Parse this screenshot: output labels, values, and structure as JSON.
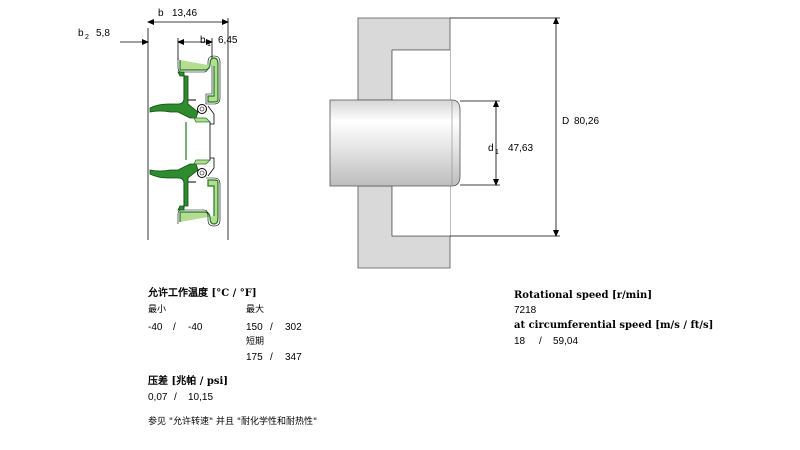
{
  "dimensions": {
    "b_label": "b",
    "b_value": "13,46",
    "b1_label": "b",
    "b1_sub": "1",
    "b1_value": "6,45",
    "b2_label": "b",
    "b2_sub": "2",
    "b2_value": "5,8",
    "d1_label": "d",
    "d1_sub": "1",
    "d1_value": "47,63",
    "D_label": "D",
    "D_value": "80,26"
  },
  "temperature": {
    "title": "允许工作温度 [°C / °F]",
    "min_label": "最小",
    "max_label": "最大",
    "min_c": "-40",
    "min_f": "-40",
    "max_c": "150",
    "max_f": "302",
    "short_term_label": "短期",
    "short_c": "175",
    "short_f": "347"
  },
  "pressure": {
    "title": "压差 [兆帕 / psi]",
    "mpa": "0,07",
    "psi": "10,15"
  },
  "speed": {
    "rot_title": "Rotational speed [r/min]",
    "rot_value": "7218",
    "circ_title": "at circumferential speed [m/s / ft/s]",
    "circ_ms": "18",
    "circ_fts": "59,04"
  },
  "separator": "/",
  "footnote": "参见 \"允许转速\" 并且 \"耐化学性和耐热性\"",
  "colors": {
    "seal_green_dark": "#1f7a1f",
    "seal_green_light": "#b6dc92",
    "housing_gray": "#d9d9d9"
  }
}
